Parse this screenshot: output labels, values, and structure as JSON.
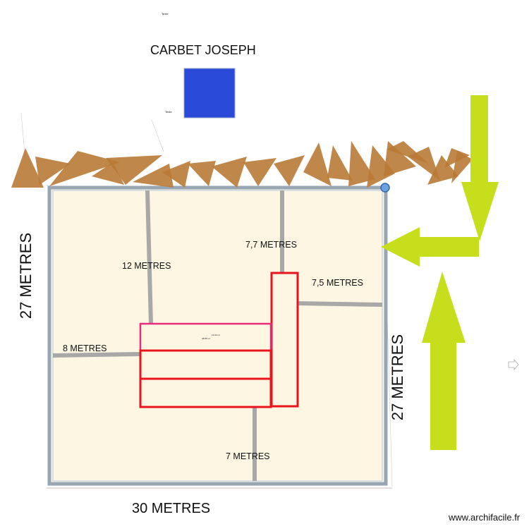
{
  "plan": {
    "title": "CARBET JOSEPH",
    "tiny_label_top": "Texte",
    "tiny_label_side": "Texte",
    "dims": {
      "left_height": "27 METRES",
      "right_height": "27 METRES",
      "bottom_width": "30 METRES",
      "d_12": "12 METRES",
      "d_7_7": "7,7  METRES",
      "d_7_5": "7,5  METRES",
      "d_8": "8  METRES",
      "d_7": "7 METRES"
    },
    "inner_labels": {
      "a": "13.03 m²",
      "b": "48.85 m²"
    },
    "watermark": "www.archifacile.fr",
    "colors": {
      "lot_fill": "#fdf6e3",
      "lot_border": "#7a9cc6",
      "path_gray": "#a8a8a8",
      "building_red": "#e8141e",
      "wind_brown": "#b87a35",
      "arrow_green": "#c6de1c",
      "marker_blue": "#2a4bd7"
    }
  }
}
